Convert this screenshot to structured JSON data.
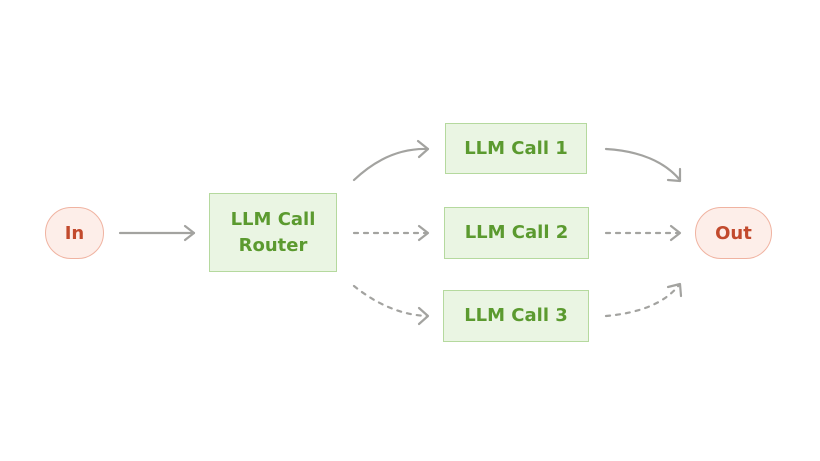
{
  "diagram": {
    "input_label": "In",
    "output_label": "Out",
    "router_label_line1": "LLM Call",
    "router_label_line2": "Router",
    "calls": [
      "LLM Call 1",
      "LLM Call 2",
      "LLM Call 3"
    ]
  },
  "colors": {
    "terminal_fill": "#fdeee9",
    "terminal_border": "#f0b3a1",
    "terminal_text": "#c24a2d",
    "llm_fill": "#eaf5e3",
    "llm_border": "#b5d99e",
    "llm_text": "#5b9a2f",
    "edge": "#a3a3a0"
  }
}
